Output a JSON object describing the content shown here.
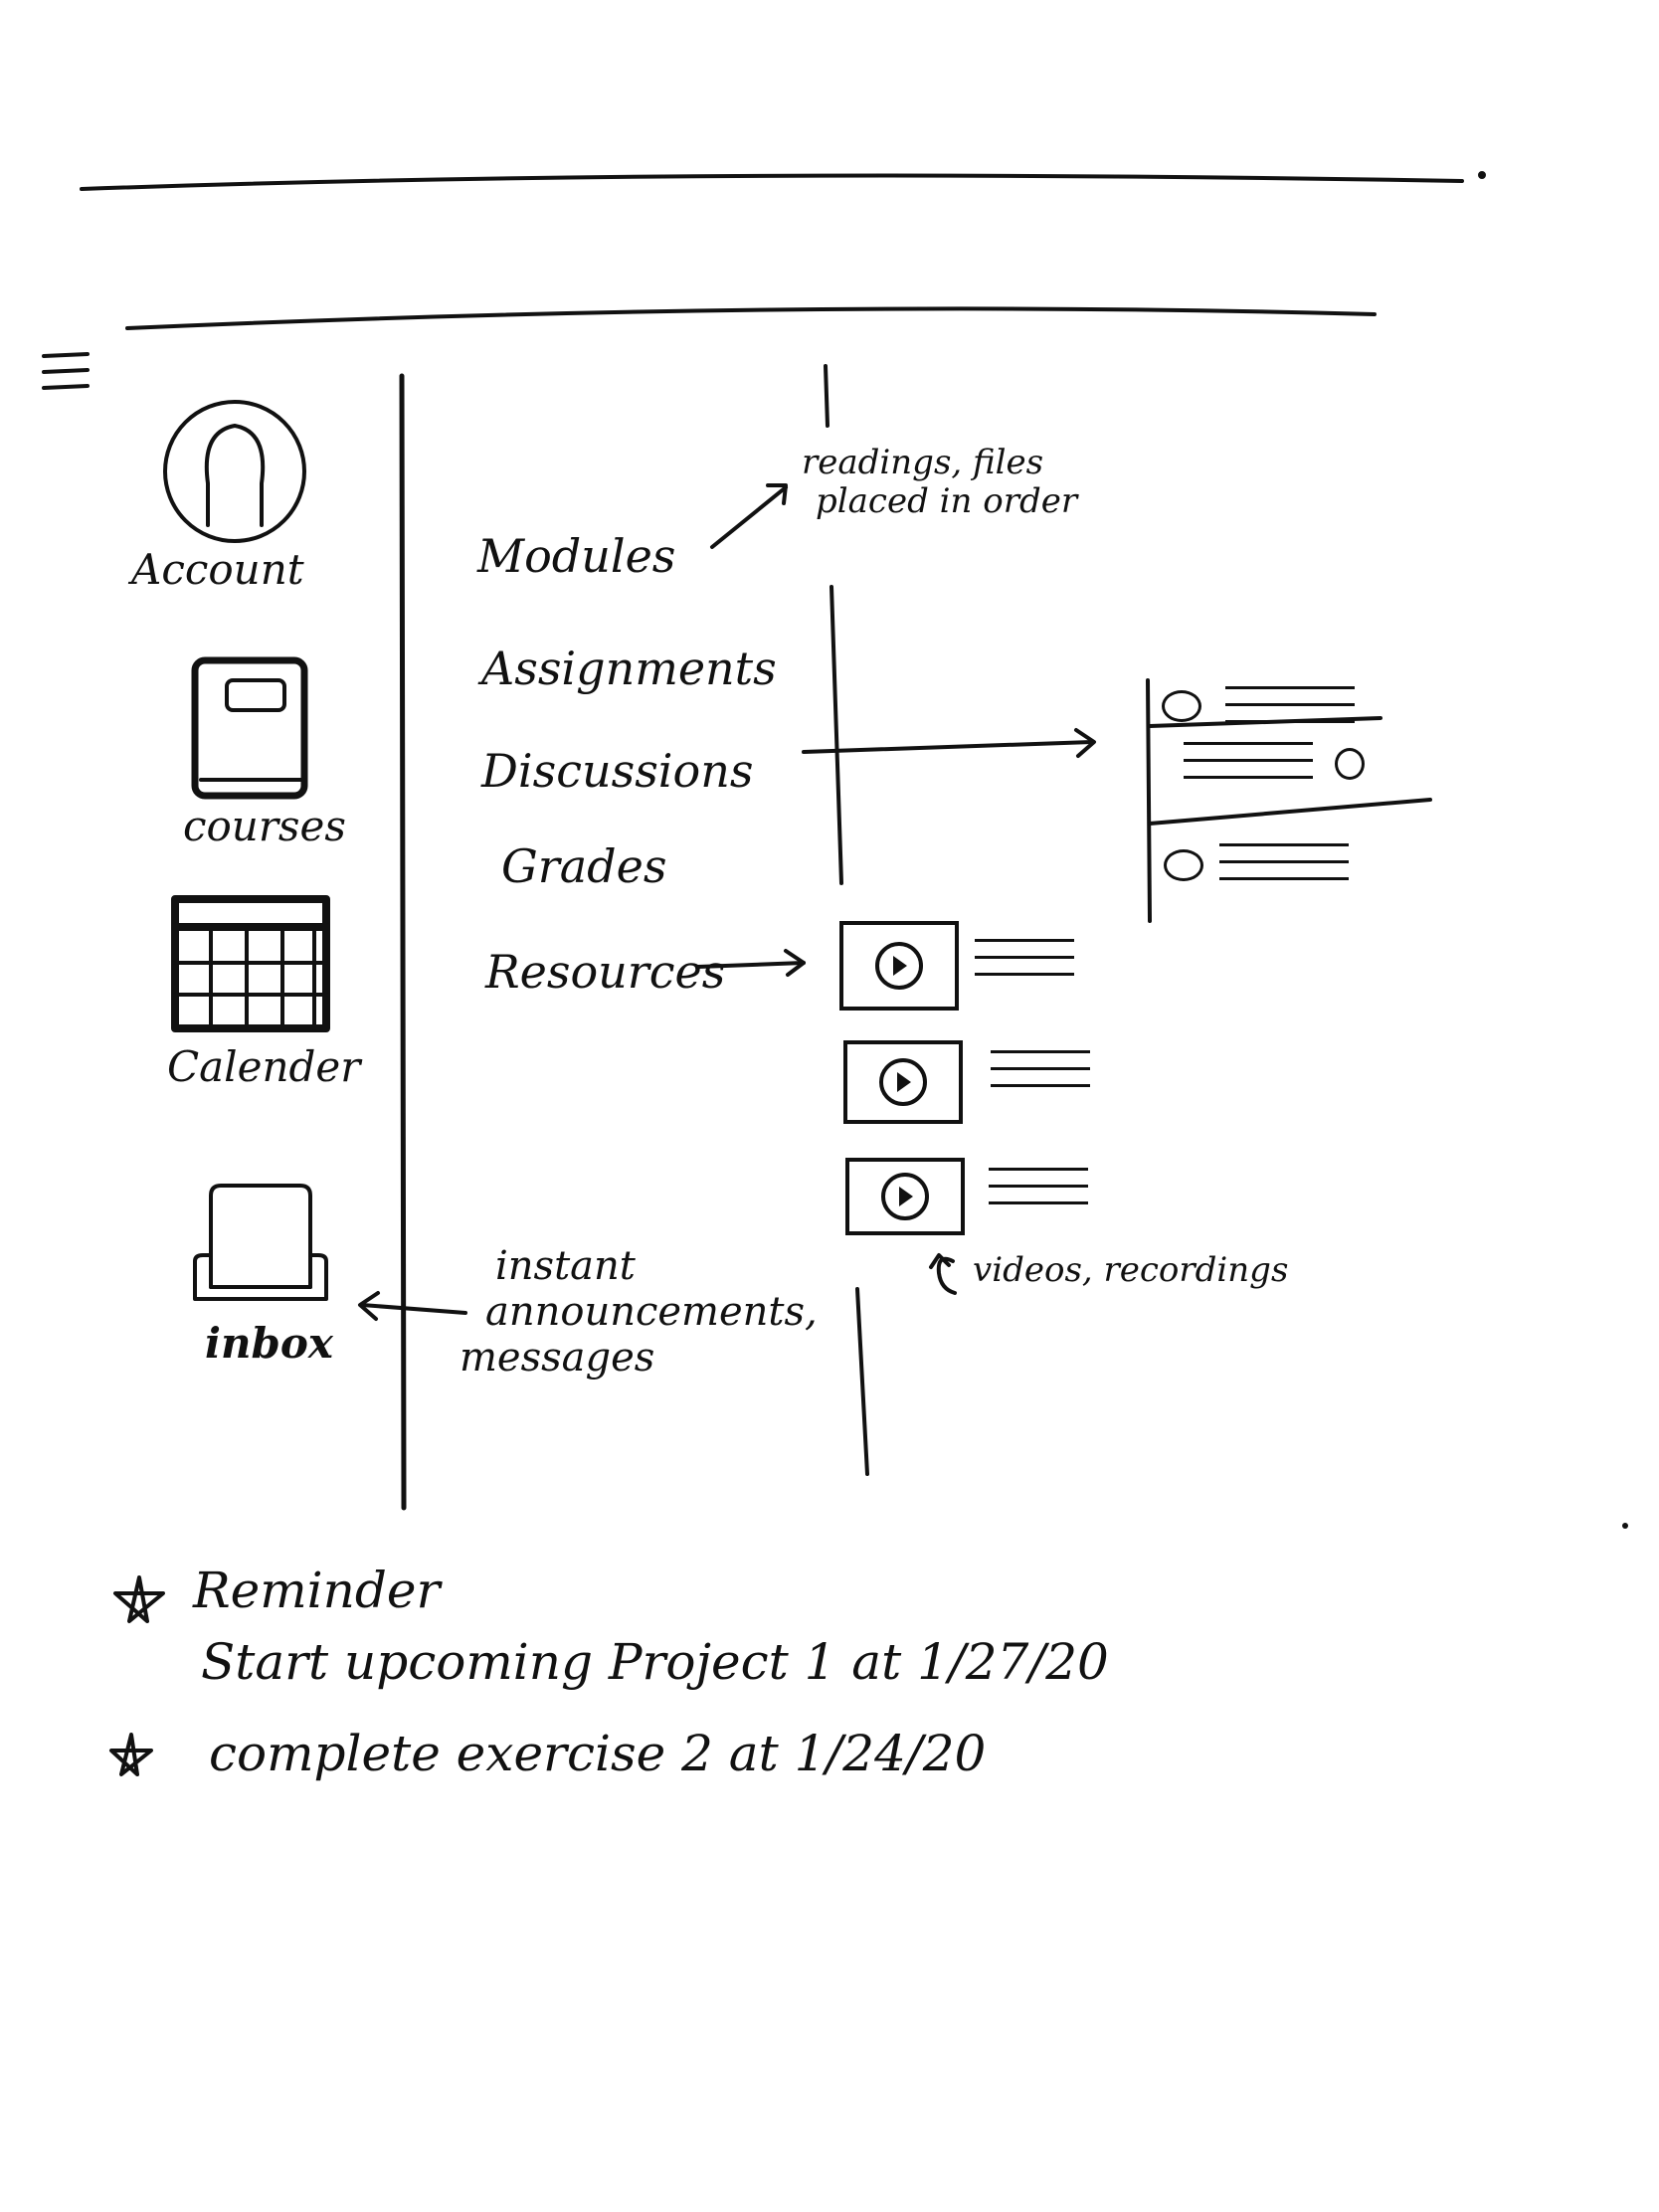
{
  "menu_icon": "hamburger-icon",
  "sidebar": {
    "items": [
      {
        "label": "Account",
        "icon": "person-avatar-icon"
      },
      {
        "label": "courses",
        "icon": "book-icon"
      },
      {
        "label": "Calender",
        "icon": "calendar-icon"
      },
      {
        "label": "inbox",
        "icon": "inbox-tray-icon"
      }
    ]
  },
  "nav": {
    "items": [
      {
        "label": "Modules"
      },
      {
        "label": "Assignments"
      },
      {
        "label": "Discussions"
      },
      {
        "label": "Grades"
      },
      {
        "label": "Resources"
      }
    ]
  },
  "annotations": {
    "modules_note_line1": "readings, files",
    "modules_note_line2": "placed in order",
    "inbox_note_line1": "instant",
    "inbox_note_line2": "announcements,",
    "inbox_note_line3": "messages",
    "resources_note": "videos, recordings"
  },
  "reminders": {
    "title": "Reminder",
    "items": [
      {
        "text": "Start upcoming Project 1 at 1/27/20"
      },
      {
        "text": "complete exercise 2 at 1/24/20"
      }
    ]
  }
}
